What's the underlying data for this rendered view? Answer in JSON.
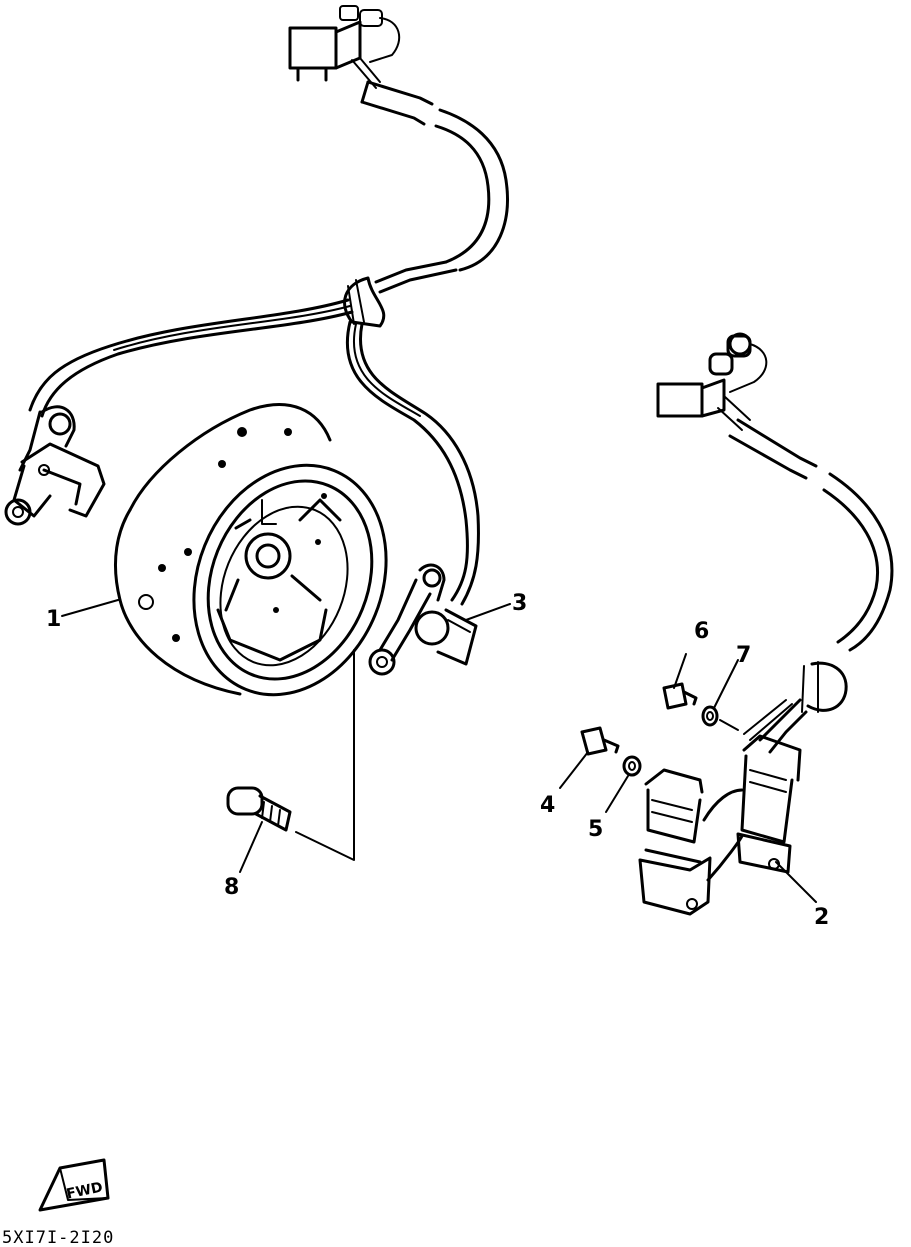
{
  "callouts": {
    "c1": "1",
    "c2": "2",
    "c3": "3",
    "c4": "4",
    "c5": "5",
    "c6": "6",
    "c7": "7",
    "c8": "8"
  },
  "fwd_label": "FWD",
  "drawing_code": "5XI7I-2I20"
}
